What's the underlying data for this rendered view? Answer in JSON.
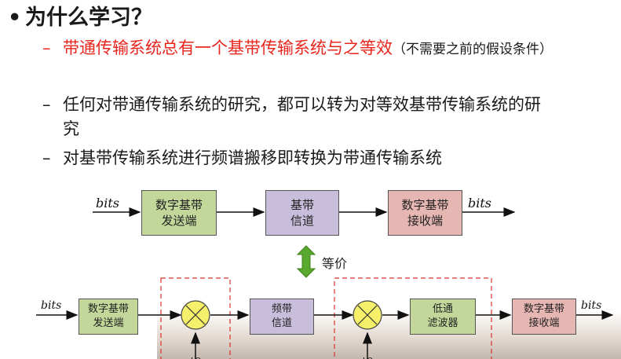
{
  "heading": {
    "bullet": "•",
    "text": "为什么学习？"
  },
  "points": [
    {
      "dash": "–",
      "text": "带通传输系统总有一个基带传输系统与之等效",
      "note": "（不需要之前的假设条件）"
    },
    {
      "dash": "–",
      "text": "任何对带通传输系统的研究，都可以转为对等效基带传输系统的研究"
    },
    {
      "dash": "–",
      "text": "对基带传输系统进行频谱搬移即转换为带通传输系统"
    }
  ],
  "top_diagram": {
    "input_label": "bits",
    "blocks": [
      "数字基带\n发送端",
      "基带\n信道",
      "数字基带\n接收端"
    ],
    "output_label": "bits"
  },
  "equivalence_label": "等价",
  "bottom_diagram": {
    "input_label": "bits",
    "blocks": [
      "数字基带\n发送端",
      "频带\n信道",
      "低通\n滤波器",
      "数字基带\n接收端"
    ],
    "output_label": "bits",
    "lo_label": "LO"
  },
  "colors": {
    "green": "#c3d79b",
    "purple": "#c9bddc",
    "pink": "#e6b6b3",
    "red_text": "#e8261d",
    "mixer": "#f5ef6a",
    "arrow": "#5aa92f"
  },
  "icons": [
    "mixer-icon",
    "double-arrow-icon"
  ]
}
